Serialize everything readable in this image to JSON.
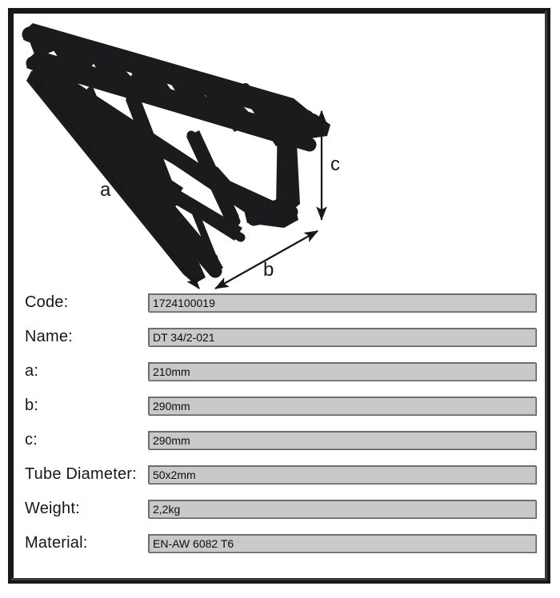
{
  "product": {
    "diagram": {
      "alt": "square-truss-perspective-illustration",
      "dimension_labels": {
        "a": "a",
        "b": "b",
        "c": "c"
      }
    },
    "fields": [
      {
        "label": "Code:",
        "value": "1724100019"
      },
      {
        "label": "Name:",
        "value": "DT 34/2-021"
      },
      {
        "label": "a:",
        "value": "210mm"
      },
      {
        "label": "b:",
        "value": "290mm"
      },
      {
        "label": "c:",
        "value": "290mm"
      },
      {
        "label": "Tube Diameter:",
        "value": "50x2mm"
      },
      {
        "label": "Weight:",
        "value": "2,2kg"
      },
      {
        "label": "Material:",
        "value": "EN-AW 6082 T6"
      }
    ]
  },
  "colors": {
    "frame": "#18181a",
    "truss": "#1b1b1d",
    "field_fill": "#c9c9c9",
    "field_border": "#6e6e6e",
    "text": "#17171a"
  }
}
